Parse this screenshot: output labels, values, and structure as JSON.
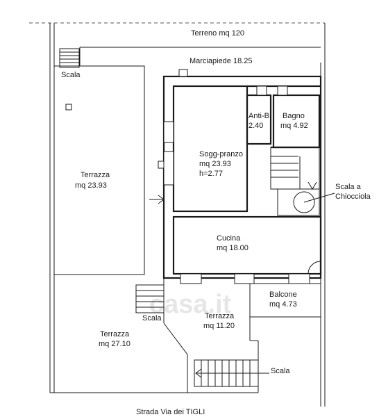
{
  "plan": {
    "terreno": "Terreno mq 120",
    "marciapiede": "Marciapiede 18.25",
    "scala_top": "Scala",
    "terrazza_left_line1": "Terrazza",
    "terrazza_left_line2": "mq 23.93",
    "anti_b_line1": "Anti-B",
    "anti_b_line2": "2.40",
    "bagno_line1": "Bagno",
    "bagno_line2": "mq 4.92",
    "sogg_line1": "Sogg-pranzo",
    "sogg_line2": "mq 23.93",
    "sogg_line3": "h=2.77",
    "chiocciola_line1": "Scala a",
    "chiocciola_line2": "Chiocciola",
    "cucina_line1": "Cucina",
    "cucina_line2": "mq 18.00",
    "balcone_line1": "Balcone",
    "balcone_line2": "mq 4.73",
    "scala_mid": "Scala",
    "terrazza_mid_line1": "Terrazza",
    "terrazza_mid_line2": "mq 11.20",
    "terrazza_bottom_line1": "Terrazza",
    "terrazza_bottom_line2": "mq 27.10",
    "scala_bottom": "Scala",
    "strada": "Strada Via dei TIGLI",
    "watermark": "casa.it"
  }
}
